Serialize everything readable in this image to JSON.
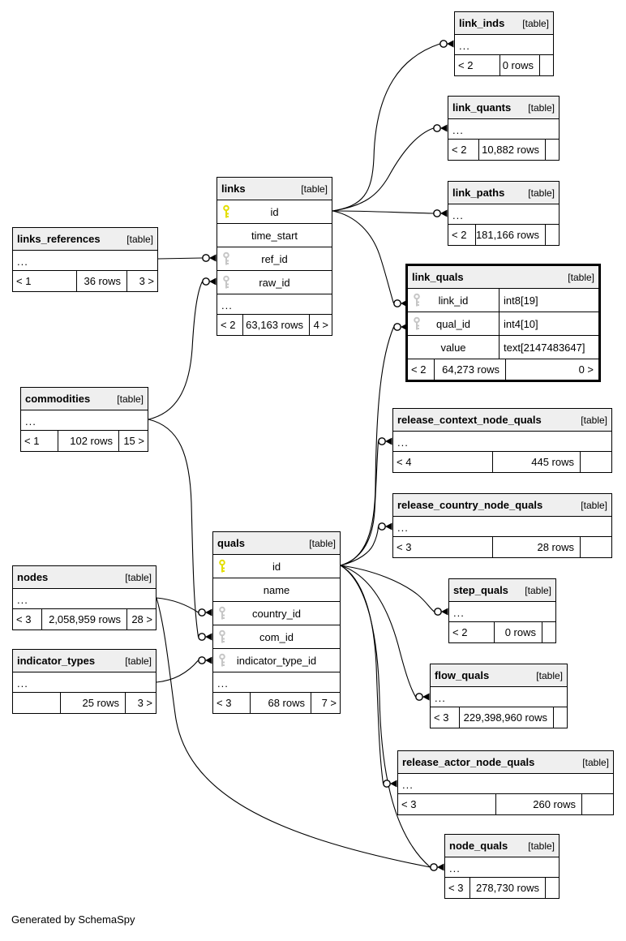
{
  "table_tag": "[table]",
  "generated_by": "Generated by SchemaSpy",
  "colors": {
    "header_bg": "#efefef",
    "border": "#000000",
    "primary_key": "#e3de00",
    "foreign_key": "#c6c6c6"
  },
  "tables": {
    "link_inds": {
      "name": "link_inds",
      "more": "...",
      "footer": [
        "< 2",
        "0 rows",
        ""
      ]
    },
    "link_quants": {
      "name": "link_quants",
      "more": "...",
      "footer": [
        "< 2",
        "10,882 rows",
        ""
      ]
    },
    "link_paths": {
      "name": "link_paths",
      "more": "...",
      "footer": [
        "< 2",
        "181,166 rows",
        ""
      ]
    },
    "links": {
      "name": "links",
      "columns": [
        {
          "name": "id",
          "key": "pk"
        },
        {
          "name": "time_start",
          "key": ""
        },
        {
          "name": "ref_id",
          "key": "fk"
        },
        {
          "name": "raw_id",
          "key": "fk"
        }
      ],
      "more": "...",
      "footer": [
        "< 2",
        "63,163 rows",
        "4 >"
      ]
    },
    "links_references": {
      "name": "links_references",
      "more": "...",
      "footer": [
        "< 1",
        "36 rows",
        "3 >"
      ]
    },
    "link_quals": {
      "name": "link_quals",
      "columns": [
        {
          "name": "link_id",
          "type": "int8[19]",
          "key": "fk"
        },
        {
          "name": "qual_id",
          "type": "int4[10]",
          "key": "fk"
        },
        {
          "name": "value",
          "type": "text[2147483647]",
          "key": ""
        }
      ],
      "footer": [
        "< 2",
        "64,273 rows",
        "0 >"
      ]
    },
    "commodities": {
      "name": "commodities",
      "more": "...",
      "footer": [
        "< 1",
        "102 rows",
        "15 >"
      ]
    },
    "release_context_node_quals": {
      "name": "release_context_node_quals",
      "more": "...",
      "footer": [
        "< 4",
        "445 rows",
        ""
      ]
    },
    "release_country_node_quals": {
      "name": "release_country_node_quals",
      "more": "...",
      "footer": [
        "< 3",
        "28 rows",
        ""
      ]
    },
    "quals": {
      "name": "quals",
      "columns": [
        {
          "name": "id",
          "key": "pk"
        },
        {
          "name": "name",
          "key": ""
        },
        {
          "name": "country_id",
          "key": "fk"
        },
        {
          "name": "com_id",
          "key": "fk"
        },
        {
          "name": "indicator_type_id",
          "key": "fk"
        }
      ],
      "more": "...",
      "footer": [
        "< 3",
        "68 rows",
        "7 >"
      ]
    },
    "nodes": {
      "name": "nodes",
      "more": "...",
      "footer": [
        "< 3",
        "2,058,959 rows",
        "28 >"
      ]
    },
    "step_quals": {
      "name": "step_quals",
      "more": "...",
      "footer": [
        "< 2",
        "0 rows",
        ""
      ]
    },
    "indicator_types": {
      "name": "indicator_types",
      "more": "...",
      "footer": [
        "",
        "25 rows",
        "3 >"
      ]
    },
    "flow_quals": {
      "name": "flow_quals",
      "more": "...",
      "footer": [
        "< 3",
        "229,398,960 rows",
        ""
      ]
    },
    "release_actor_node_quals": {
      "name": "release_actor_node_quals",
      "more": "...",
      "footer": [
        "< 3",
        "260 rows",
        ""
      ]
    },
    "node_quals": {
      "name": "node_quals",
      "more": "...",
      "footer": [
        "< 3",
        "278,730 rows",
        ""
      ]
    }
  },
  "relationships": [
    {
      "from": "links.id",
      "to": "link_inds"
    },
    {
      "from": "links.id",
      "to": "link_quants"
    },
    {
      "from": "links.id",
      "to": "link_paths"
    },
    {
      "from": "links.id",
      "to": "link_quals.link_id"
    },
    {
      "from": "links_references",
      "to": "links.ref_id"
    },
    {
      "from": "commodities",
      "to": "links.raw_id"
    },
    {
      "from": "commodities",
      "to": "quals.com_id"
    },
    {
      "from": "nodes",
      "to": "quals.country_id"
    },
    {
      "from": "indicator_types",
      "to": "quals.indicator_type_id"
    },
    {
      "from": "quals.id",
      "to": "link_quals.qual_id"
    },
    {
      "from": "quals.id",
      "to": "release_context_node_quals"
    },
    {
      "from": "quals.id",
      "to": "release_country_node_quals"
    },
    {
      "from": "quals.id",
      "to": "step_quals"
    },
    {
      "from": "quals.id",
      "to": "flow_quals"
    },
    {
      "from": "quals.id",
      "to": "release_actor_node_quals"
    },
    {
      "from": "quals.id",
      "to": "node_quals"
    },
    {
      "from": "nodes",
      "to": "node_quals"
    }
  ]
}
